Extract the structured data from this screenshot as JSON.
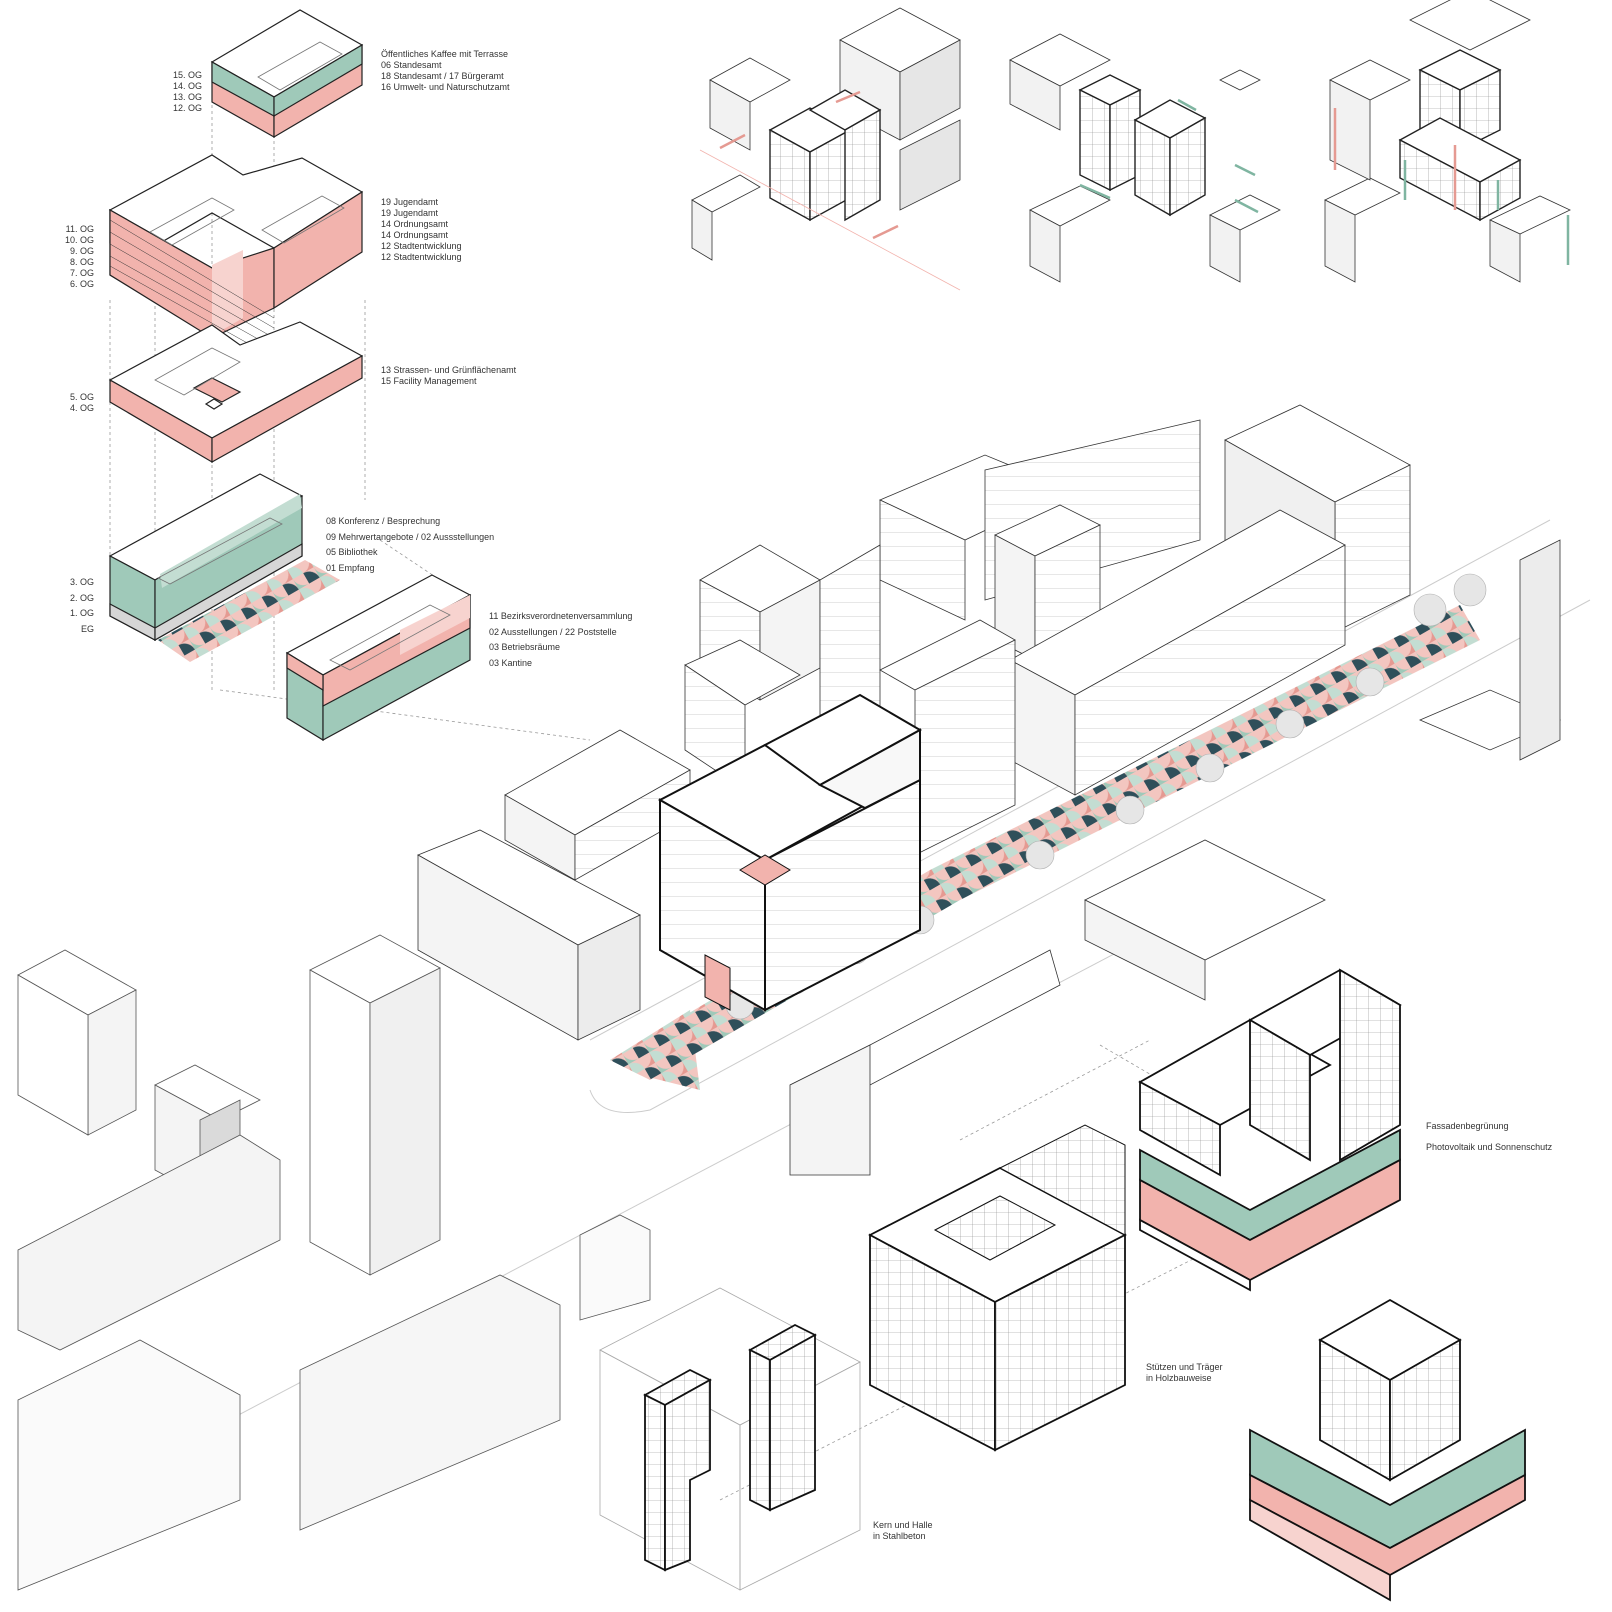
{
  "colors": {
    "accent_red": "#f2b3ad",
    "accent_red_light": "#f7d3cf",
    "accent_green": "#9fc9b9",
    "accent_green_light": "#c3ddd2",
    "line_dark": "#222222",
    "line_light": "#9a9a9a",
    "dark_teal": "#2f4f5a"
  },
  "floor_stack": {
    "top_block": {
      "floors": [
        "15. OG",
        "14. OG",
        "13. OG",
        "12. OG"
      ],
      "uses": [
        "Öffentliches Kaffee mit Terrasse",
        "06 Standesamt",
        "18 Standesamt / 17 Bürgeramt",
        "16 Umwelt- und Naturschutzamt"
      ]
    },
    "upper_block": {
      "floors": [
        "11. OG",
        "10. OG",
        "9. OG",
        "8. OG",
        "7. OG",
        "6. OG"
      ],
      "uses": [
        "19 Jugendamt",
        "19 Jugendamt",
        "14 Ordnungsamt",
        "14 Ordnungsamt",
        "12 Stadtentwicklung",
        "12 Stadtentwicklung"
      ]
    },
    "middle_block": {
      "floors": [
        "5. OG",
        "4. OG"
      ],
      "uses": [
        "13 Strassen- und Grünflächenamt",
        "15 Facility Management"
      ]
    },
    "base_block": {
      "floors": [
        "3. OG",
        "2. OG",
        "1. OG",
        "EG"
      ],
      "uses": [
        "08 Konferenz / Besprechung",
        "09 Mehrwertangebote / 02 Aussstellungen",
        "05 Bibliothek",
        "01 Empfang"
      ]
    },
    "side_block": {
      "uses": [
        "11 Bezirksverordnetenversammlung",
        "02 Ausstellungen / 22 Poststelle",
        "03 Betriebsräume",
        "03 Kantine"
      ]
    }
  },
  "construction": {
    "facade_green_label": "Fassadenbegrünung",
    "facade_pv_label": "Photovoltaik und Sonnenschutz",
    "timber_label": [
      "Stützen und Träger",
      "in Holzbauweise"
    ],
    "core_label": [
      "Kern und Halle",
      "in Stahlbeton"
    ]
  }
}
